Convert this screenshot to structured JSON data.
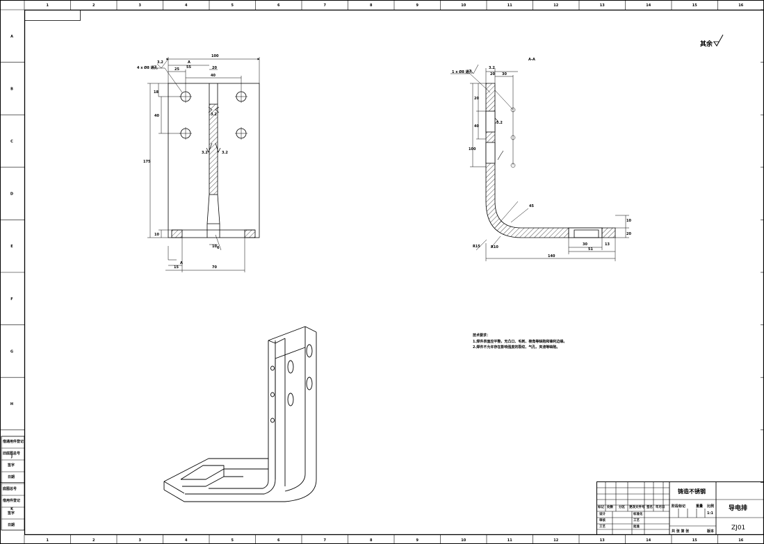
{
  "border": {
    "cols": [
      "1",
      "2",
      "3",
      "4",
      "5",
      "6",
      "7",
      "8",
      "9",
      "10",
      "11",
      "12",
      "13",
      "14",
      "15",
      "16"
    ],
    "rows": [
      "A",
      "B",
      "C",
      "D",
      "E",
      "F",
      "G",
      "H",
      "J",
      "K"
    ]
  },
  "left_strip": {
    "labels": [
      "借通用件登记",
      "旧底图总号",
      "签字",
      "日期",
      "底图总号",
      "借用件登记",
      "签字",
      "日期"
    ]
  },
  "roughness_note": "其余",
  "section_label": "A-A",
  "tech_req": {
    "title": "技术要求：",
    "lines": [
      "1.焊件表面应平整，无凸口、毛刺、棱角等缺陷和锋利边缘。",
      "2.焊件不允许存在影响强度的裂纹、气孔、夹渣等缺陷。"
    ]
  },
  "front_view": {
    "hole_callout": "4 x Ø8 通孔",
    "dims": {
      "overall_width": "100",
      "top_a": "A",
      "top_25": "25",
      "top_40": "40",
      "top_55": "55",
      "top_20": "20",
      "left_18": "18",
      "left_40": "40",
      "left_175": "175",
      "left_10": "10",
      "bottom_15": "15",
      "bottom_70": "70",
      "bottom_a": "A",
      "bottom_r": "6",
      "center_10": "10",
      "rough_1": "3.2",
      "rough_2": "3.2",
      "rough_3": "3.2",
      "rough_4": "3.2"
    }
  },
  "side_view": {
    "hole_callout": "1 x Ø8 通孔",
    "dims": {
      "top_30": "30",
      "top_20": "20",
      "left_20": "20",
      "left_40": "40",
      "left_100": "100",
      "rough": "3.2",
      "rough_2": "3.2",
      "radius_r": "R10",
      "radius_r2": "R15",
      "angle": "45",
      "bottom_140": "140",
      "bottom_30": "30",
      "bottom_13": "13",
      "bottom_51": "51",
      "right_10": "10",
      "right_20": "20"
    }
  },
  "title_block": {
    "material": "铸造不锈钢",
    "part_name": "导电排",
    "drawing_no": "ZJ01",
    "scale": "1:1",
    "stage_header": "阶段标记",
    "weight_header": "重量",
    "scale_header": "比例",
    "row_labels": [
      "标记",
      "处数",
      "分区",
      "更改文件号",
      "签名",
      "年月日"
    ],
    "roles_left": [
      "设计",
      "审核",
      "工艺"
    ],
    "roles_right": [
      "标准化",
      "工艺",
      "批准"
    ],
    "sheet_info": "共 张 第 张",
    "version": "版本"
  }
}
